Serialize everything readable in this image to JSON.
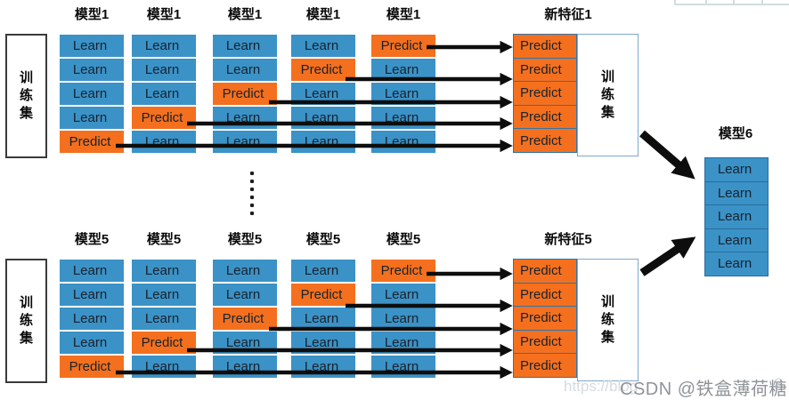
{
  "colors": {
    "cell_blue": "#3B92C6",
    "cell_orange": "#F4701E",
    "arrow_black": "#0d0d0d",
    "separator_blue": "#2E74A8"
  },
  "labels": {
    "train_set": "训练集"
  },
  "top": {
    "train_left": "训练集",
    "train_right": "训练集",
    "models": [
      {
        "header": "模型1",
        "cells": [
          "Learn",
          "Learn",
          "Learn",
          "Learn",
          "Predict"
        ]
      },
      {
        "header": "模型1",
        "cells": [
          "Learn",
          "Learn",
          "Learn",
          "Predict",
          "Learn"
        ]
      },
      {
        "header": "模型1",
        "cells": [
          "Learn",
          "Learn",
          "Predict",
          "Learn",
          "Learn"
        ]
      },
      {
        "header": "模型1",
        "cells": [
          "Learn",
          "Predict",
          "Learn",
          "Learn",
          "Learn"
        ]
      },
      {
        "header": "模型1",
        "cells": [
          "Predict",
          "Learn",
          "Learn",
          "Learn",
          "Learn"
        ]
      }
    ],
    "new_feature": {
      "header": "新特征1",
      "cells": [
        "Predict",
        "Predict",
        "Predict",
        "Predict",
        "Predict"
      ]
    }
  },
  "bottom": {
    "train_left": "训练集",
    "train_right": "训练集",
    "models": [
      {
        "header": "模型5",
        "cells": [
          "Learn",
          "Learn",
          "Learn",
          "Learn",
          "Predict"
        ]
      },
      {
        "header": "模型5",
        "cells": [
          "Learn",
          "Learn",
          "Learn",
          "Predict",
          "Learn"
        ]
      },
      {
        "header": "模型5",
        "cells": [
          "Learn",
          "Learn",
          "Predict",
          "Learn",
          "Learn"
        ]
      },
      {
        "header": "模型5",
        "cells": [
          "Learn",
          "Predict",
          "Learn",
          "Learn",
          "Learn"
        ]
      },
      {
        "header": "模型5",
        "cells": [
          "Predict",
          "Learn",
          "Learn",
          "Learn",
          "Learn"
        ]
      }
    ],
    "new_feature": {
      "header": "新特征5",
      "cells": [
        "Predict",
        "Predict",
        "Predict",
        "Predict",
        "Predict"
      ]
    }
  },
  "meta": {
    "header": "模型6",
    "cells": [
      "Learn",
      "Learn",
      "Learn",
      "Learn",
      "Learn"
    ]
  },
  "watermark": {
    "faint_left": "https://blog",
    "main": "CSDN @铁盒薄荷糖",
    "faint_right": "8"
  }
}
